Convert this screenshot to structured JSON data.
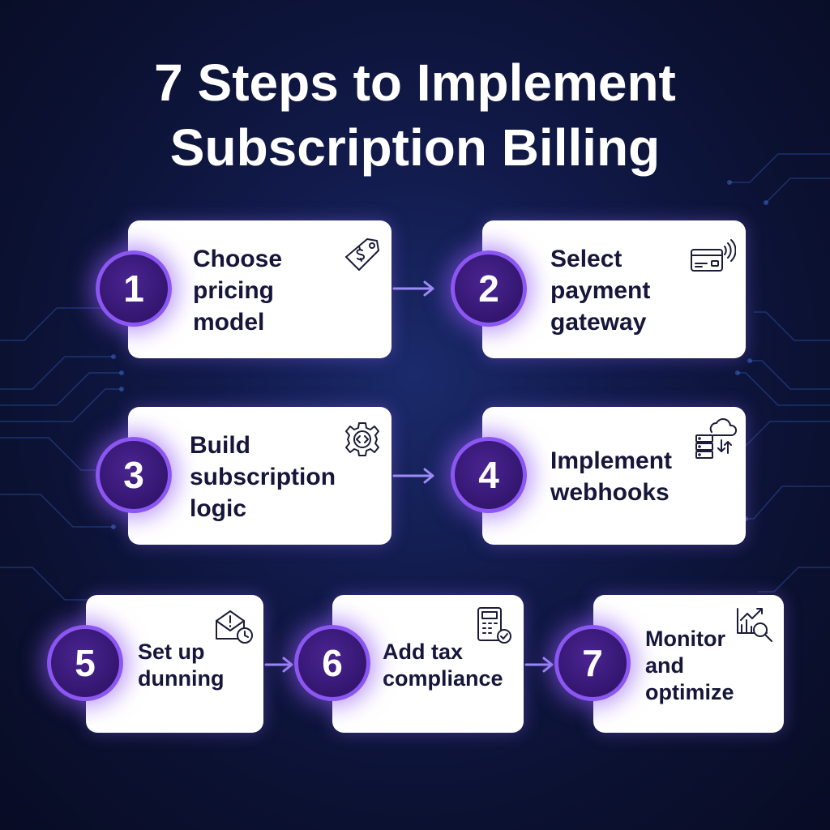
{
  "title": {
    "line1": "7 Steps to Implement",
    "line2": "Subscription Billing"
  },
  "steps": [
    {
      "number": "1",
      "label": "Choose\npricing\nmodel",
      "icon": "price-tag-icon"
    },
    {
      "number": "2",
      "label": "Select\npayment\ngateway",
      "icon": "contactless-card-icon"
    },
    {
      "number": "3",
      "label": "Build\nsubscription\nlogic",
      "icon": "code-gear-icon"
    },
    {
      "number": "4",
      "label": "Implement\nwebhooks",
      "icon": "server-cloud-sync-icon"
    },
    {
      "number": "5",
      "label": "Set up\ndunning",
      "icon": "alert-mail-clock-icon"
    },
    {
      "number": "6",
      "label": "Add tax\ncompliance",
      "icon": "calculator-check-icon"
    },
    {
      "number": "7",
      "label": "Monitor\nand\noptimize",
      "icon": "chart-magnifier-icon"
    }
  ],
  "colors": {
    "badge_fill": "#33166f",
    "badge_ring": "#8c56f2",
    "arrow": "#9d8cf5",
    "card": "#ffffff",
    "text": "#16163a"
  }
}
